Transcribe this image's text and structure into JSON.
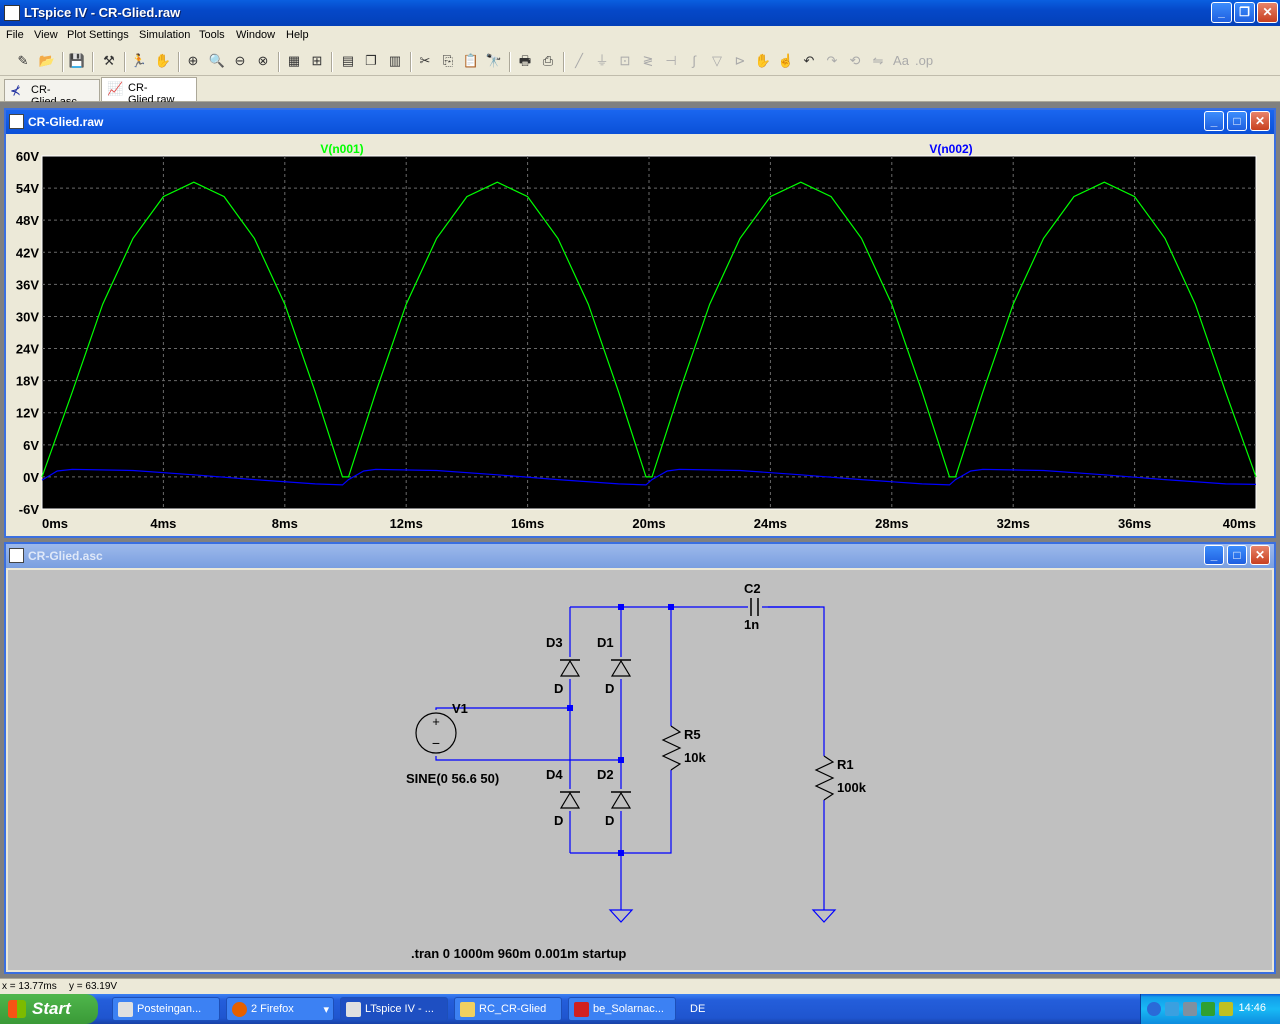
{
  "app": {
    "title": "LTspice IV - CR-Glied.raw"
  },
  "menu": [
    "File",
    "View",
    "Plot Settings",
    "Simulation",
    "Tools",
    "Window",
    "Help"
  ],
  "tabs": [
    {
      "label": "CR-Glied.asc",
      "active": false
    },
    {
      "label": "CR-Glied.raw",
      "active": true
    }
  ],
  "waveform_window": {
    "title": "CR-Glied.raw"
  },
  "schematic_window": {
    "title": "CR-Glied.asc"
  },
  "chart_data": {
    "type": "line",
    "title": "",
    "xlabel": "",
    "ylabel": "",
    "x_unit": "ms",
    "y_unit": "V",
    "xlim": [
      0,
      40
    ],
    "ylim": [
      -6,
      60
    ],
    "xticks": [
      "0ms",
      "4ms",
      "8ms",
      "12ms",
      "16ms",
      "20ms",
      "24ms",
      "28ms",
      "32ms",
      "36ms",
      "40ms"
    ],
    "yticks": [
      "60V",
      "54V",
      "48V",
      "42V",
      "36V",
      "30V",
      "24V",
      "18V",
      "12V",
      "6V",
      "0V",
      "-6V"
    ],
    "grid": true,
    "legend_placement": "top",
    "background": "#000000",
    "series": [
      {
        "name": "V(n001)",
        "color": "#00ff00",
        "x": [
          0,
          1,
          2,
          3,
          4,
          5,
          6,
          7,
          8,
          9,
          9.9,
          10.1,
          11,
          12,
          13,
          14,
          15,
          16,
          17,
          18,
          19,
          19.9,
          20.1,
          21,
          22,
          23,
          24,
          25,
          26,
          27,
          28,
          29,
          29.9,
          30.1,
          31,
          32,
          33,
          34,
          35,
          36,
          37,
          38,
          39,
          40
        ],
        "y": [
          0,
          15.9,
          32.3,
          44.6,
          52.4,
          55.1,
          52.4,
          44.6,
          32.3,
          15.9,
          0,
          0,
          15.9,
          32.3,
          44.6,
          52.4,
          55.1,
          52.4,
          44.6,
          32.3,
          15.9,
          0,
          0,
          15.9,
          32.3,
          44.6,
          52.4,
          55.1,
          52.4,
          44.6,
          32.3,
          15.9,
          0,
          0,
          15.9,
          32.3,
          44.6,
          52.4,
          55.1,
          52.4,
          44.6,
          32.3,
          15.9,
          0
        ]
      },
      {
        "name": "V(n002)",
        "color": "#0000ff",
        "x": [
          0,
          0.5,
          1,
          3,
          5,
          7,
          9,
          9.9,
          10.1,
          10.6,
          11,
          13,
          15,
          17,
          19,
          19.9,
          20.1,
          20.6,
          21,
          23,
          25,
          27,
          29,
          29.9,
          30.1,
          30.6,
          31,
          33,
          35,
          37,
          39,
          40
        ],
        "y": [
          -0.6,
          1.1,
          1.4,
          1.2,
          0.4,
          -0.5,
          -1.3,
          -1.5,
          -0.5,
          1.1,
          1.4,
          1.2,
          0.4,
          -0.5,
          -1.3,
          -1.5,
          -0.5,
          1.1,
          1.4,
          1.2,
          0.4,
          -0.5,
          -1.3,
          -1.5,
          -0.5,
          1.1,
          1.4,
          1.2,
          0.4,
          -0.5,
          -1.3,
          -1.4
        ]
      }
    ]
  },
  "schematic": {
    "labels": {
      "c2": "C2",
      "c2_val": "1n",
      "d3": "D3",
      "d1": "D1",
      "d3_model": "D",
      "d1_model": "D",
      "d4": "D4",
      "d2": "D2",
      "d4_model": "D",
      "d2_model": "D",
      "v1": "V1",
      "v1_val": "SINE(0 56.6 50)",
      "r5": "R5",
      "r5_val": "10k",
      "r1": "R1",
      "r1_val": "100k",
      "directive": ".tran 0 1000m 960m 0.001m startup"
    },
    "wire_color": "#0000ff",
    "background": "#c0c0c0"
  },
  "status": {
    "x_readout": "x = 13.77ms",
    "y_readout": "y = 63.19V"
  },
  "taskbar": {
    "start_label": "Start",
    "tasks": [
      {
        "label": "Posteingan...",
        "active": false
      },
      {
        "label": "2 Firefox",
        "active": false
      },
      {
        "label": "LTspice IV - ...",
        "active": true
      },
      {
        "label": "RC_CR-Glied",
        "active": false
      },
      {
        "label": "be_Solarnac...",
        "active": false
      }
    ],
    "language": "DE",
    "clock": "14:46"
  }
}
